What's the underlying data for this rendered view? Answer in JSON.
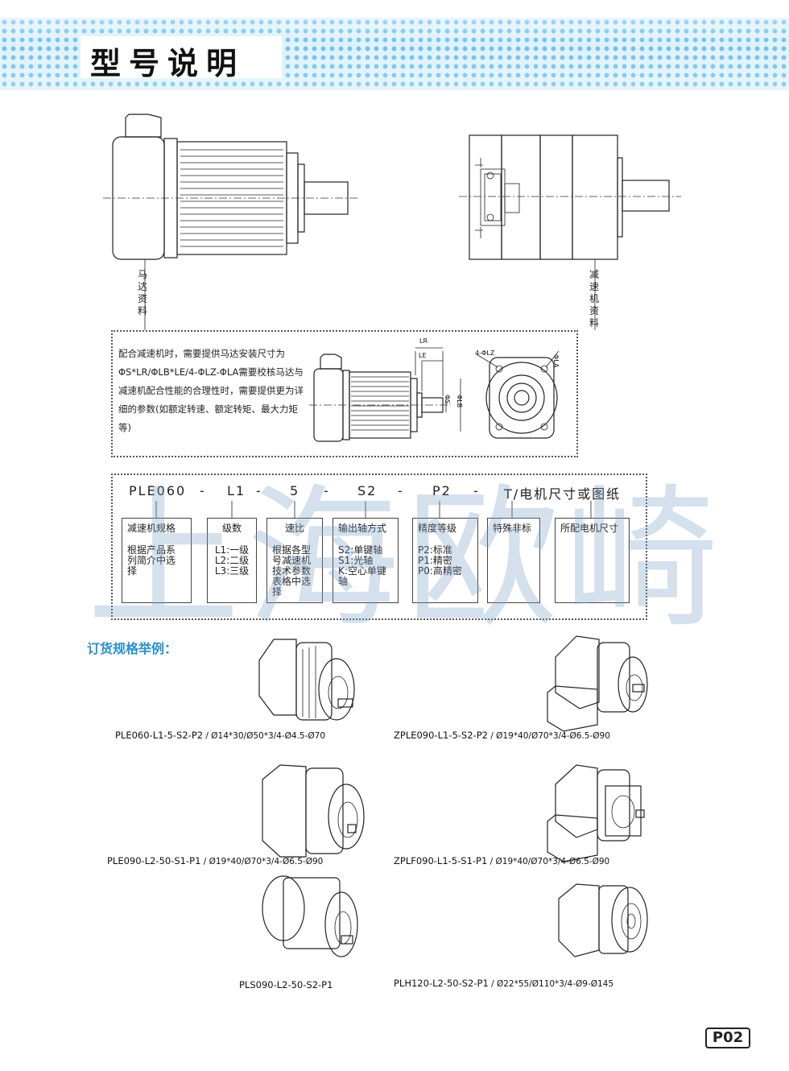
{
  "header": {
    "title": "型号说明"
  },
  "drawing_labels": {
    "motor": "马达资料",
    "reducer": "减速机资料"
  },
  "dimension_labels": {
    "lr": "LR",
    "le": "LE",
    "s": "ΦS",
    "lb": "ΦLB",
    "lz": "4-ΦLZ",
    "la": "ΦLA"
  },
  "note": {
    "text": "配合减速机时，需要提供马达安装尺寸为ΦS*LR/ΦLB*LE/4-ΦLZ-ΦLA需要校核马达与减速机配合性能的合理性时，需要提供更为详细的参数(如额定转速、额定转矩、最大力矩等)"
  },
  "model_code": {
    "parts": [
      "PLE060",
      "-",
      "L1",
      "-",
      "5",
      "-",
      "S2",
      "-",
      "P2",
      "-",
      "T/电机尺寸或图纸"
    ]
  },
  "fields": [
    {
      "title": "减速机规格",
      "desc": "根据产品系\n列简介中选\n择"
    },
    {
      "title": "级数",
      "desc": "L1:一级\nL2:二级\nL3:三级"
    },
    {
      "title": "速比",
      "desc": "根据各型\n号减速机\n技术参数\n表格中选\n择"
    },
    {
      "title": "输出轴方式",
      "desc": "S2:单键轴\nS1:光轴\nK:空心单键\n轴"
    },
    {
      "title": "精度等级",
      "desc": "P2:标准\nP1:精密\nP0:高精密"
    },
    {
      "title": "特殊非标",
      "desc": ""
    },
    {
      "title": "所配电机尺寸",
      "desc": ""
    }
  ],
  "order_examples": {
    "title": "订货规格举例：",
    "items": [
      {
        "code": "PLE060-L1-5-S2-P2",
        "spec": " / Ø14*30/Ø50*3/4-Ø4.5-Ø70"
      },
      {
        "code": "ZPLE090-L1-5-S2-P2",
        "spec": " / Ø19*40/Ø70*3/4-Ø6.5-Ø90"
      },
      {
        "code": "PLE090-L2-50-S1-P1",
        "spec": "  / Ø19*40/Ø70*3/4-Ø6.5-Ø90"
      },
      {
        "code": "ZPLF090-L1-5-S1-P1",
        "spec": "  / Ø19*40/Ø70*3/4-Ø6.5-Ø90"
      },
      {
        "code": "PLS090-L2-50-S2-P1",
        "spec": ""
      },
      {
        "code": "PLH120-L2-50-S2-P1",
        "spec": " / Ø22*55/Ø110*3/4-Ø9-Ø145"
      }
    ]
  },
  "watermark": "上海欧崎",
  "page_number": "P02"
}
